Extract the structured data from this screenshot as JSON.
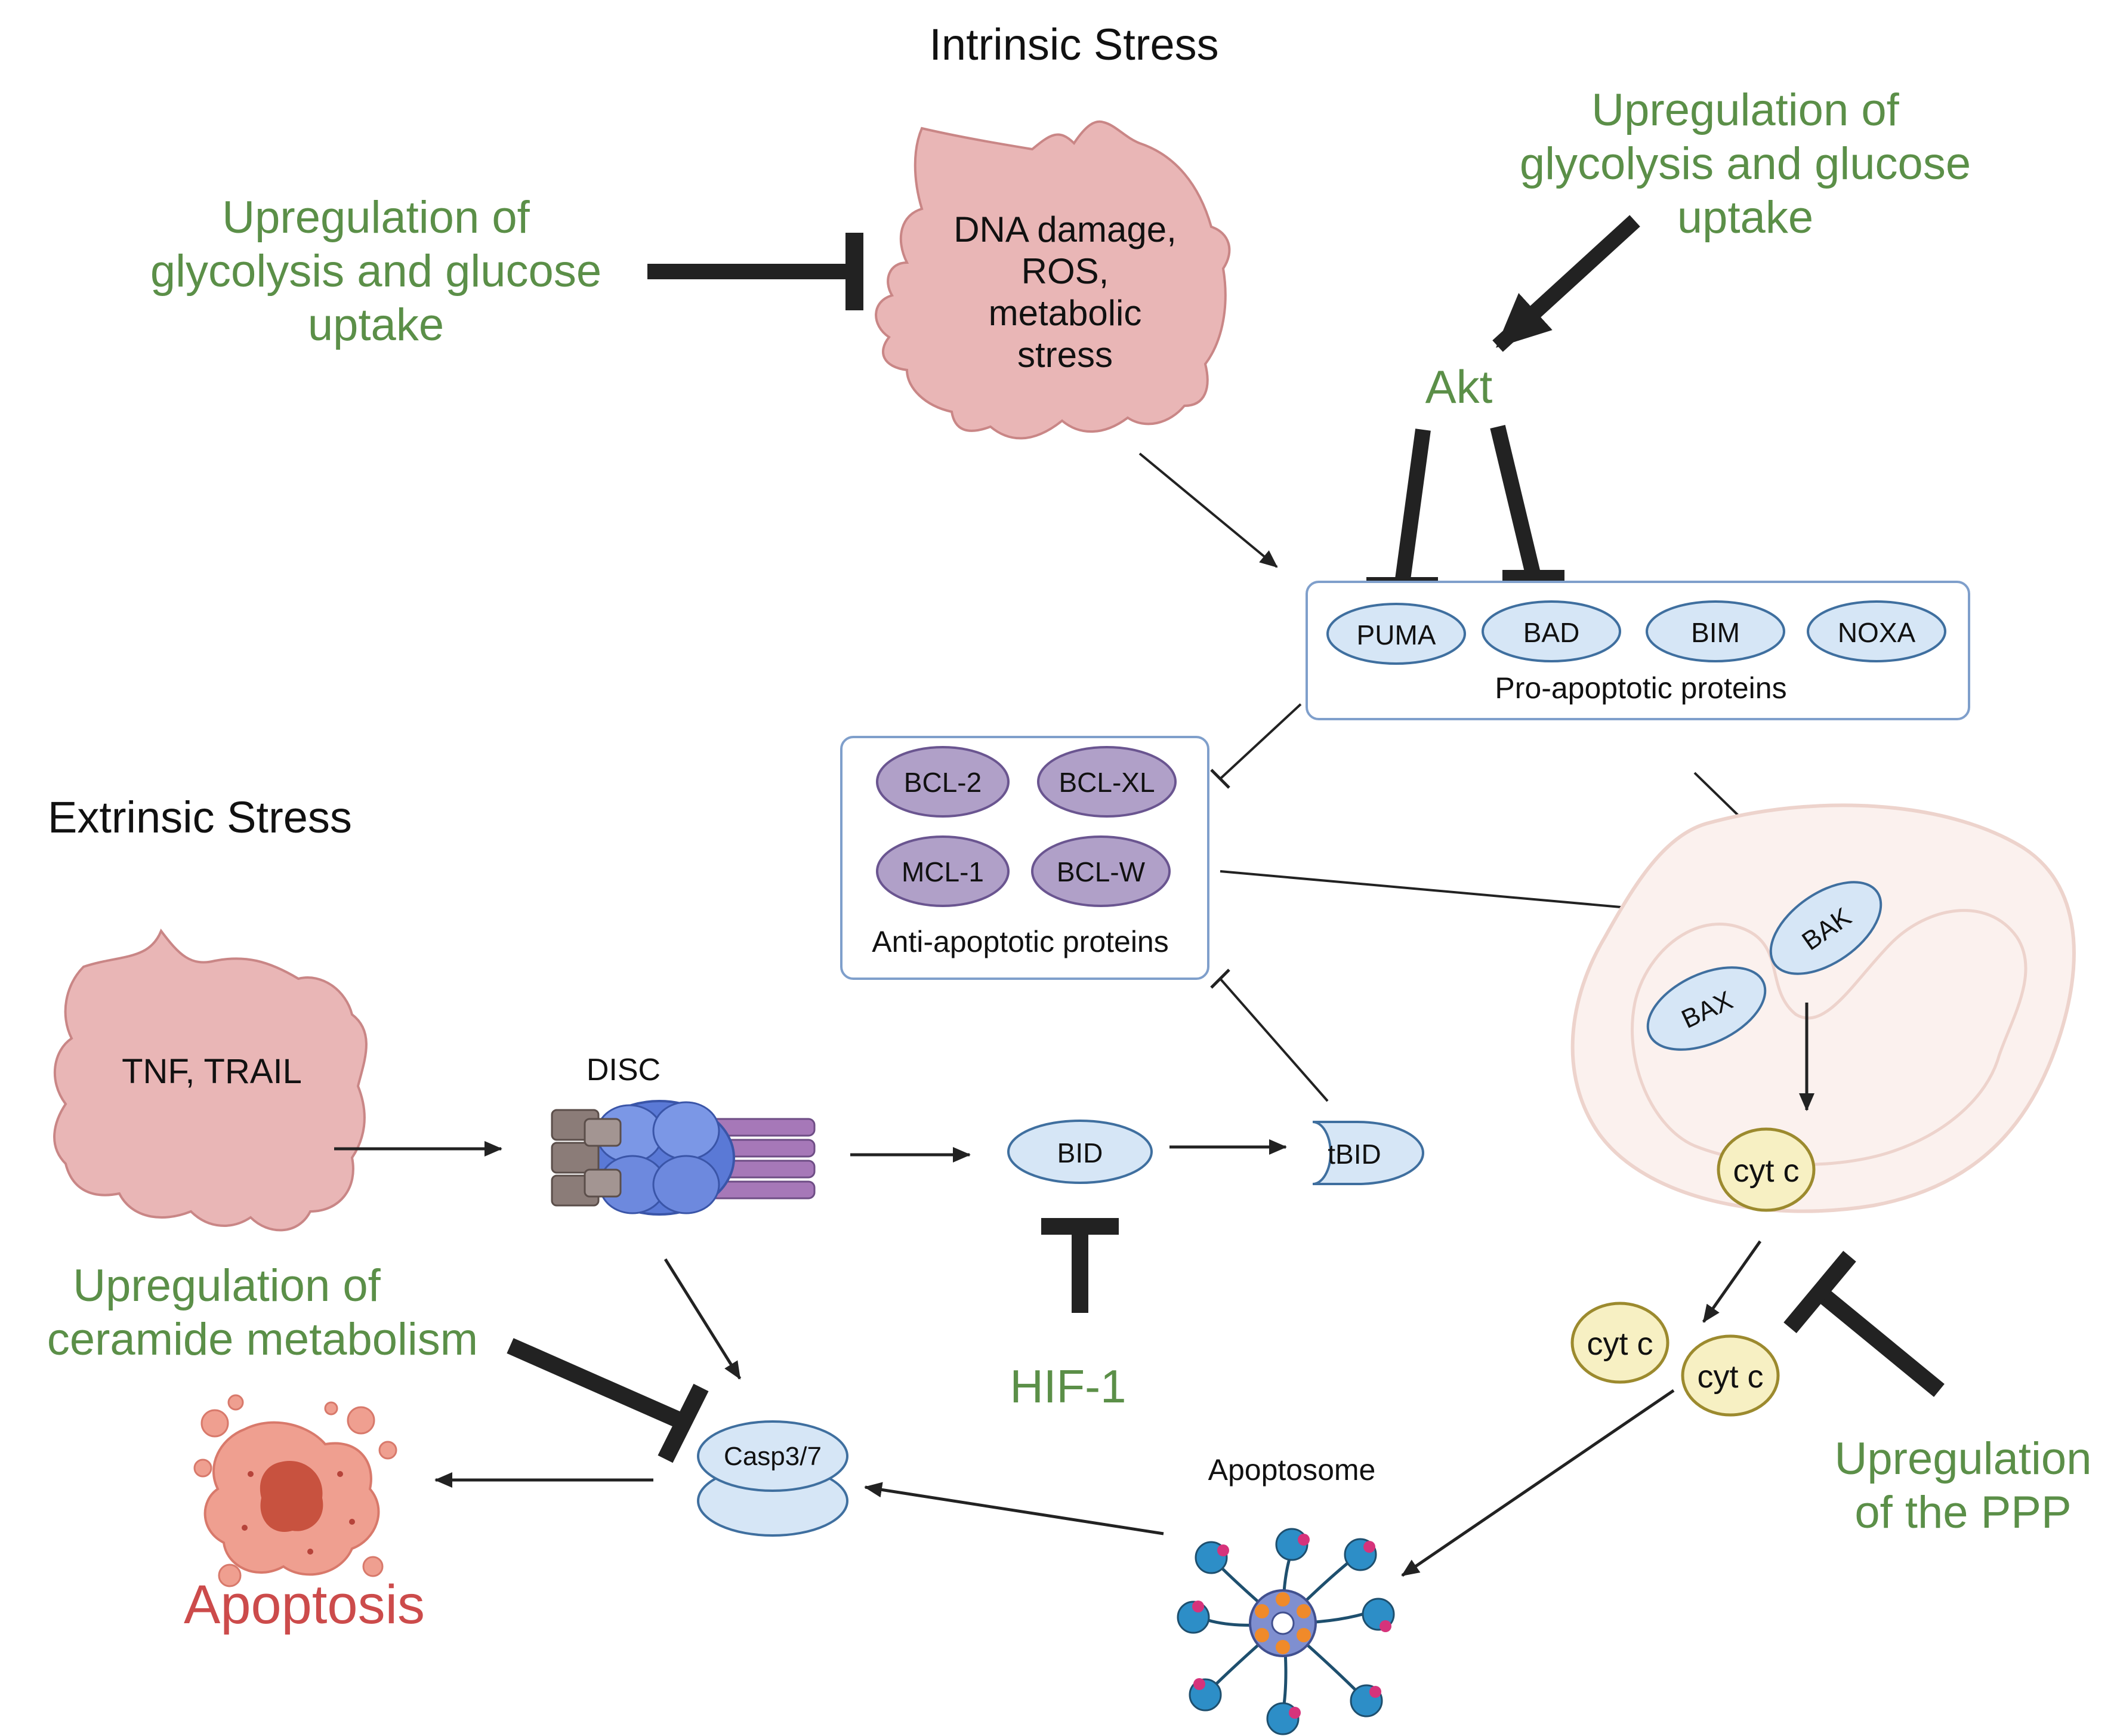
{
  "headings": {
    "intrinsic": "Intrinsic Stress",
    "extrinsic": "Extrinsic Stress"
  },
  "intrinsic_stress": [
    "DNA damage,",
    "ROS,",
    "metabolic",
    "stress"
  ],
  "extrinsic_stress": "TNF, TRAIL",
  "upregulation_left": [
    "Upregulation of",
    "glycolysis and glucose",
    "uptake"
  ],
  "upregulation_right": [
    "Upregulation of",
    "glycolysis and glucose",
    "uptake"
  ],
  "akt": "Akt",
  "pro_apoptotic": {
    "proteins": [
      "PUMA",
      "BAD",
      "BIM",
      "NOXA"
    ],
    "label": "Pro-apoptotic proteins"
  },
  "anti_apoptotic": {
    "proteins": [
      "BCL-2",
      "BCL-XL",
      "MCL-1",
      "BCL-W"
    ],
    "label": "Anti-apoptotic proteins"
  },
  "mito": {
    "bak": "BAK",
    "bax": "BAX",
    "cyt_c": "cyt c"
  },
  "cyt_c_released": [
    "cyt c",
    "cyt c"
  ],
  "disc": "DISC",
  "bid": "BID",
  "tbid": "tBID",
  "hif1": "HIF-1",
  "ceramide": [
    "Upregulation of",
    "ceramide metabolism"
  ],
  "ppp": [
    "Upregulation",
    "of the PPP"
  ],
  "apoptosome": "Apoptosome",
  "casp": "Casp3/7",
  "apoptosis": "Apoptosis",
  "colors": {
    "green": "#5b8f48",
    "apoptosis_red": "#cc4b4b",
    "stress_fill": "#e9b6b6",
    "stress_stroke": "#c98686",
    "blue_fill": "#d6e6f6",
    "blue_stroke": "#3f6f9f",
    "purple_fill": "#b0a0c8",
    "purple_stroke": "#6a5590",
    "cyt_fill": "#f7f0c3",
    "cyt_stroke": "#9c8a2e",
    "box_stroke": "#7f9fcb"
  },
  "icons": [
    "dna-damage-blob",
    "tnf-trail-blob",
    "disc-complex",
    "mitochondrion",
    "apoptosome-wheel",
    "apoptotic-cell"
  ]
}
